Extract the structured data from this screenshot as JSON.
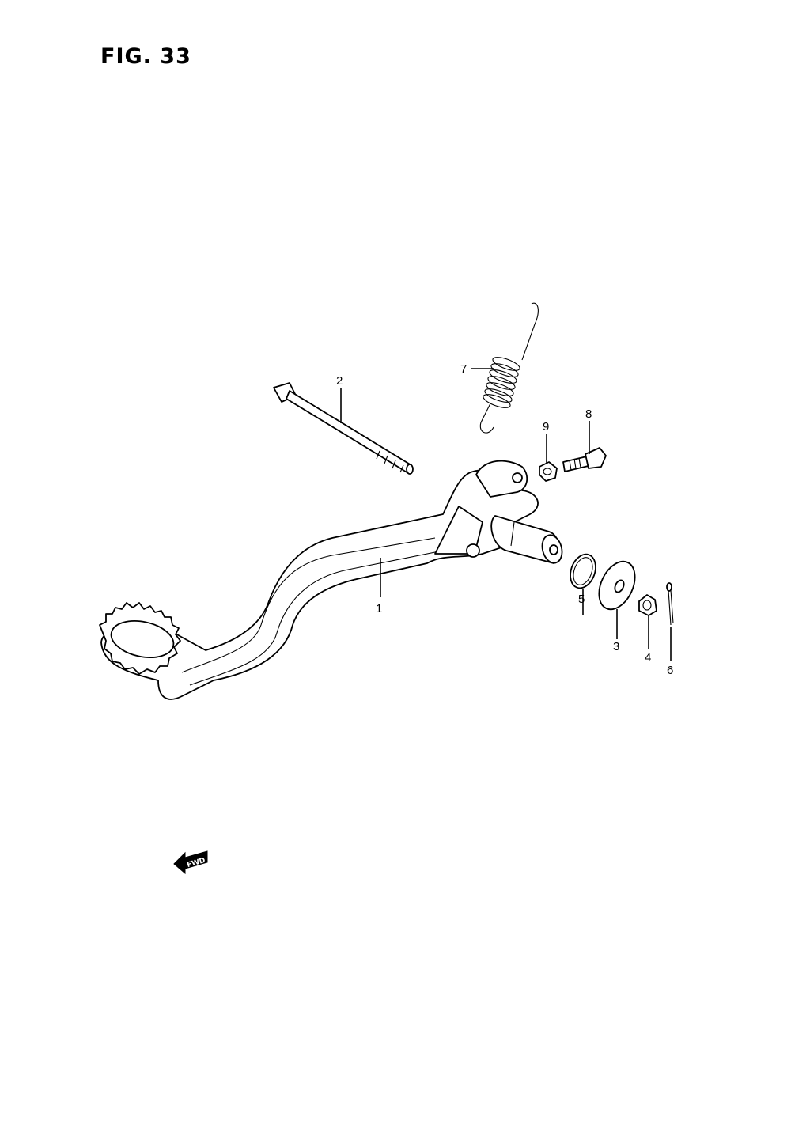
{
  "figure": {
    "title": "FIG. 33"
  },
  "callouts": [
    {
      "id": "1",
      "text": "1"
    },
    {
      "id": "2",
      "text": "2"
    },
    {
      "id": "3",
      "text": "3"
    },
    {
      "id": "4",
      "text": "4"
    },
    {
      "id": "5",
      "text": "5"
    },
    {
      "id": "6",
      "text": "6"
    },
    {
      "id": "7",
      "text": "7"
    },
    {
      "id": "8",
      "text": "8"
    },
    {
      "id": "9",
      "text": "9"
    }
  ],
  "fwd_marker": {
    "text": "FWD"
  }
}
